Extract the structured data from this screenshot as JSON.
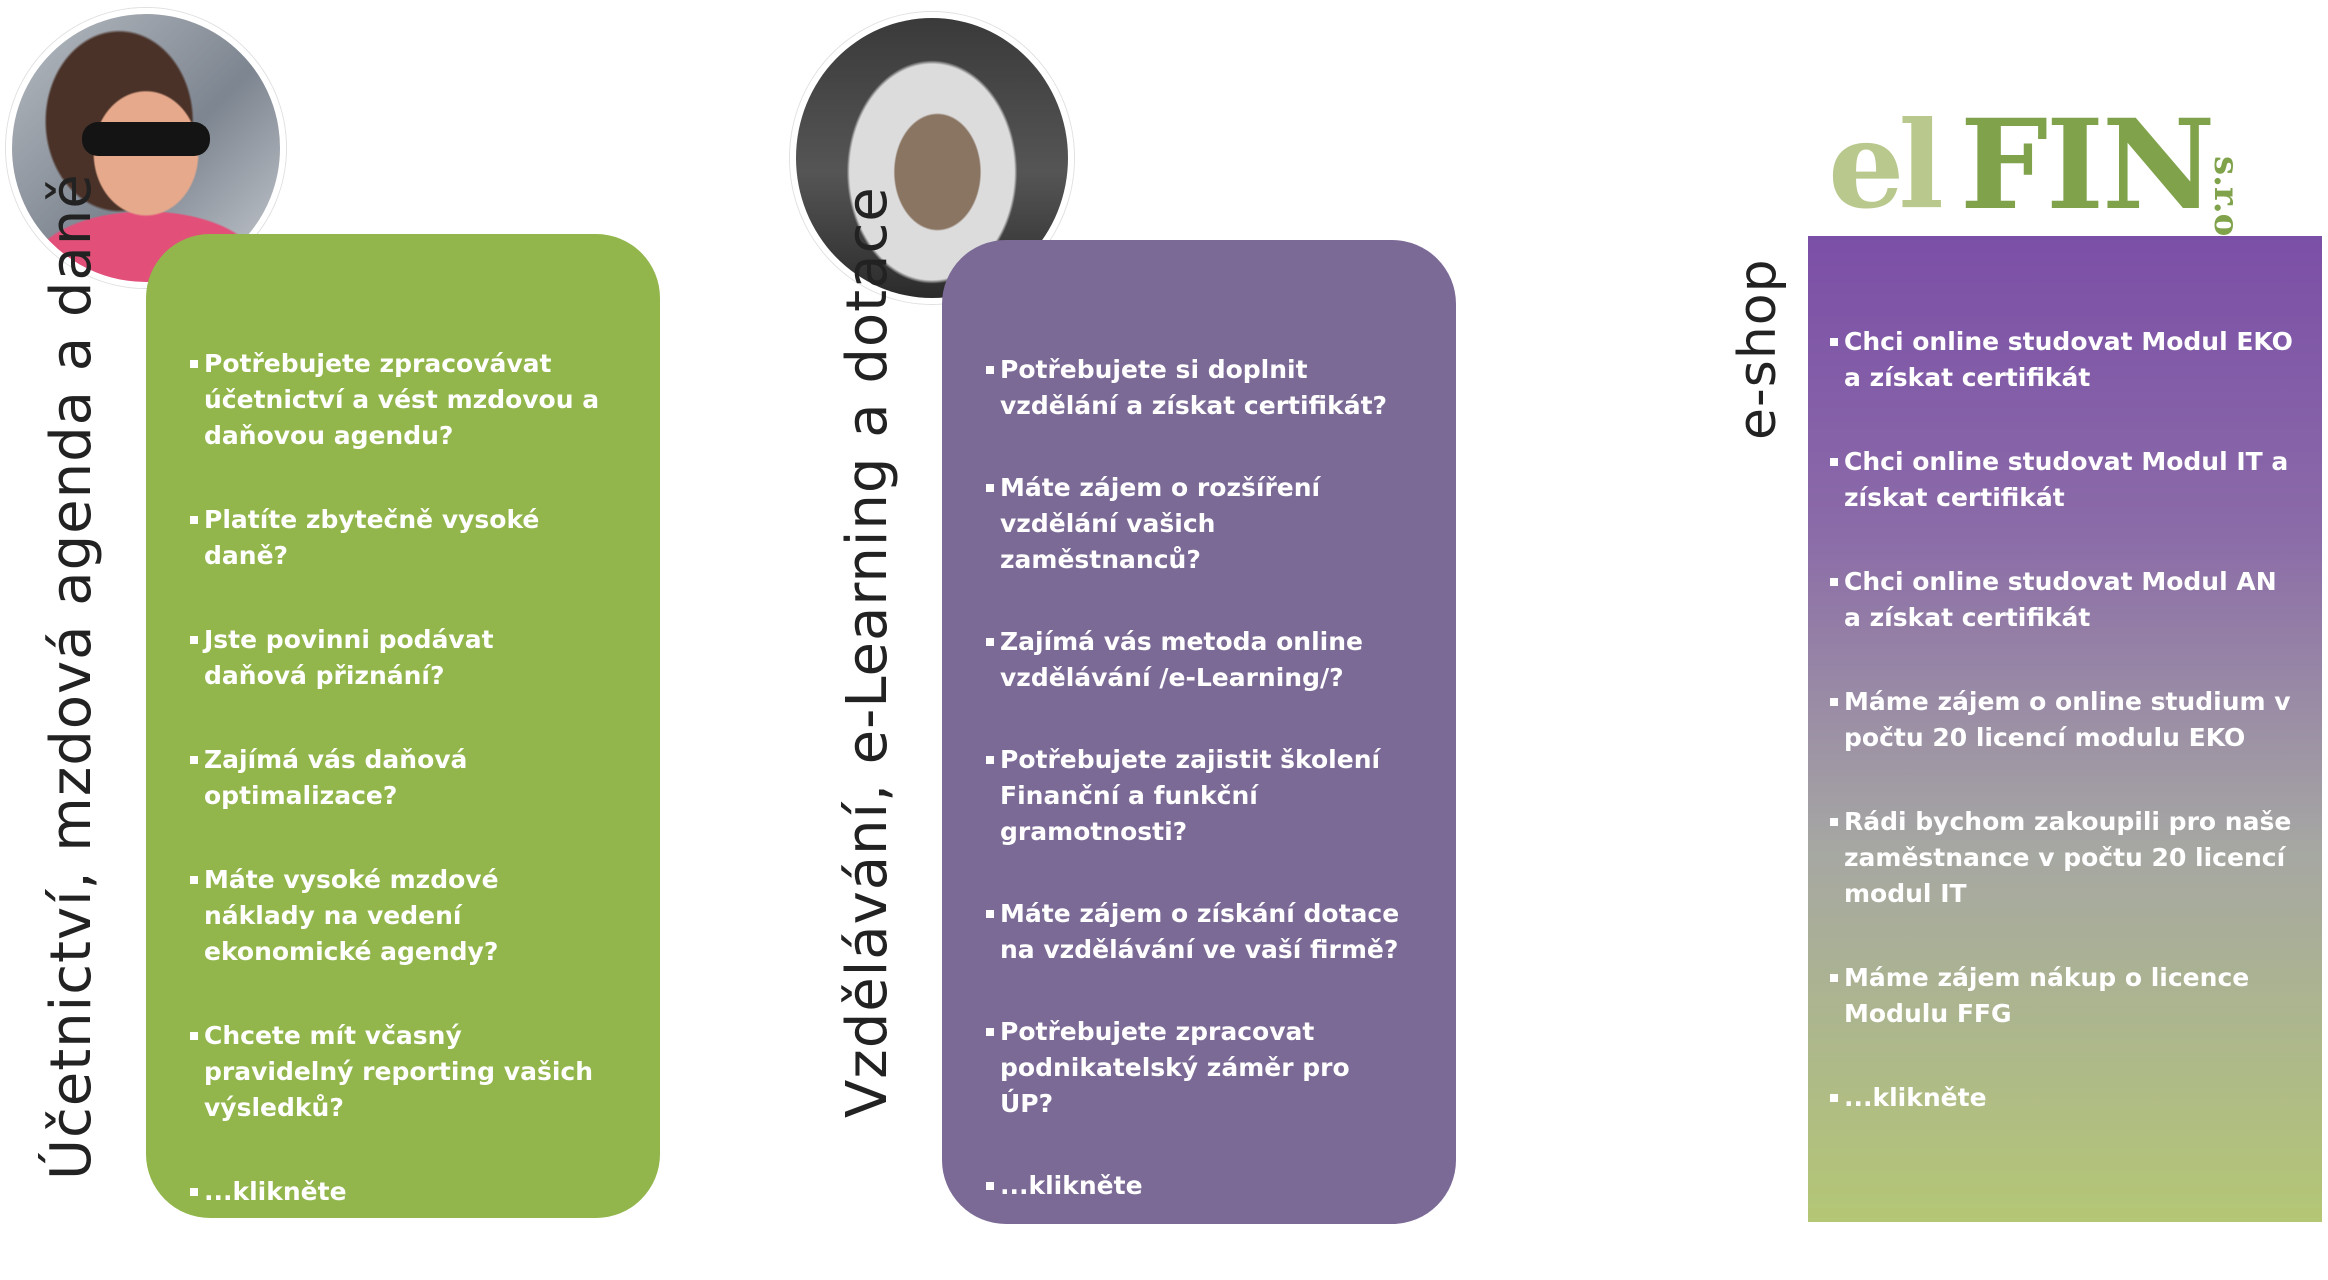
{
  "sections": {
    "ucetnictvi": {
      "title": "Účetnictví, mzdová agenda a daně",
      "color": "#92b64b",
      "items": [
        "Potřebujete zpracovávat účetnictví a vést mzdovou  a daňovou agendu?",
        "Platíte zbytečně vysoké daně?",
        "Jste povinni podávat daňová přiznání?",
        "Zajímá vás daňová optimalizace?",
        "Máte vysoké mzdové náklady na vedení ekonomické agendy?",
        "Chcete mít včasný pravidelný reporting vašich výsledků?",
        "...klikněte"
      ]
    },
    "vzdelavani": {
      "title": "Vzdělávání, e-Learning a dotace",
      "color": "#7b6a96",
      "items": [
        "Potřebujete si doplnit vzdělání a získat certifikát?",
        "Máte zájem o rozšíření vzdělání vašich zaměstnanců?",
        "Zajímá vás metoda online vzdělávání /e-Learning/?",
        "Potřebujete zajistit školení Finanční  a funkční gramotnosti?",
        "Máte zájem o získání dotace na vzdělávání ve vaší firmě?",
        "Potřebujete zpracovat podnikatelský záměr pro ÚP?",
        "...klikněte"
      ]
    },
    "eshop": {
      "title": "e-shop",
      "color_top": "#7b4fa7",
      "color_bottom": "#b4c775",
      "items": [
        "Chci online studovat  Modul EKO a získat certifikát",
        "Chci online studovat Modul IT a získat certifikát",
        "Chci online studovat Modul AN a získat certifikát",
        "Máme zájem o online studium v počtu 20 licencí modulu EKO",
        "Rádi bychom zakoupili pro naše zaměstnance v počtu 20 licencí modul IT",
        "Máme zájem nákup o licence Modulu FFG",
        "...klikněte"
      ]
    }
  },
  "logo": {
    "el": "el",
    "fin": "FIN",
    "sro": "s.r.o.",
    "color_light": "#b9c98e",
    "color_dark": "#7fa24a"
  }
}
